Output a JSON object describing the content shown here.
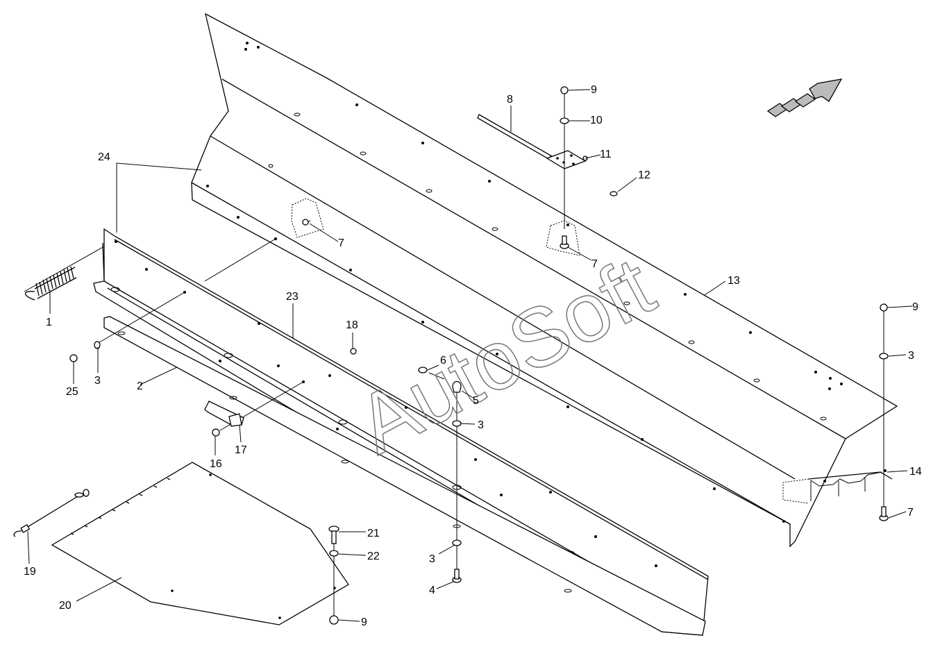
{
  "watermark": "AutoSoft",
  "callouts": [
    {
      "id": "c1",
      "label": "1"
    },
    {
      "id": "c2",
      "label": "2"
    },
    {
      "id": "c3a",
      "label": "3"
    },
    {
      "id": "c3b",
      "label": "3"
    },
    {
      "id": "c3c",
      "label": "3"
    },
    {
      "id": "c3d",
      "label": "3"
    },
    {
      "id": "c4",
      "label": "4"
    },
    {
      "id": "c5",
      "label": "5"
    },
    {
      "id": "c6",
      "label": "6"
    },
    {
      "id": "c7a",
      "label": "7"
    },
    {
      "id": "c7b",
      "label": "7"
    },
    {
      "id": "c7c",
      "label": "7"
    },
    {
      "id": "c8",
      "label": "8"
    },
    {
      "id": "c9a",
      "label": "9"
    },
    {
      "id": "c9b",
      "label": "9"
    },
    {
      "id": "c9c",
      "label": "9"
    },
    {
      "id": "c10",
      "label": "10"
    },
    {
      "id": "c11",
      "label": "11"
    },
    {
      "id": "c12",
      "label": "12"
    },
    {
      "id": "c13",
      "label": "13"
    },
    {
      "id": "c14",
      "label": "14"
    },
    {
      "id": "c16",
      "label": "16"
    },
    {
      "id": "c17",
      "label": "17"
    },
    {
      "id": "c18",
      "label": "18"
    },
    {
      "id": "c19",
      "label": "19"
    },
    {
      "id": "c20",
      "label": "20"
    },
    {
      "id": "c21",
      "label": "21"
    },
    {
      "id": "c22",
      "label": "22"
    },
    {
      "id": "c23",
      "label": "23"
    },
    {
      "id": "c24",
      "label": "24"
    },
    {
      "id": "c25",
      "label": "25"
    }
  ],
  "colors": {
    "line": "#000000",
    "background": "#ffffff",
    "watermark": "#777777",
    "arrow_fill": "#bbbbbb"
  },
  "icons": {
    "direction": "direction-arrow-icon"
  }
}
